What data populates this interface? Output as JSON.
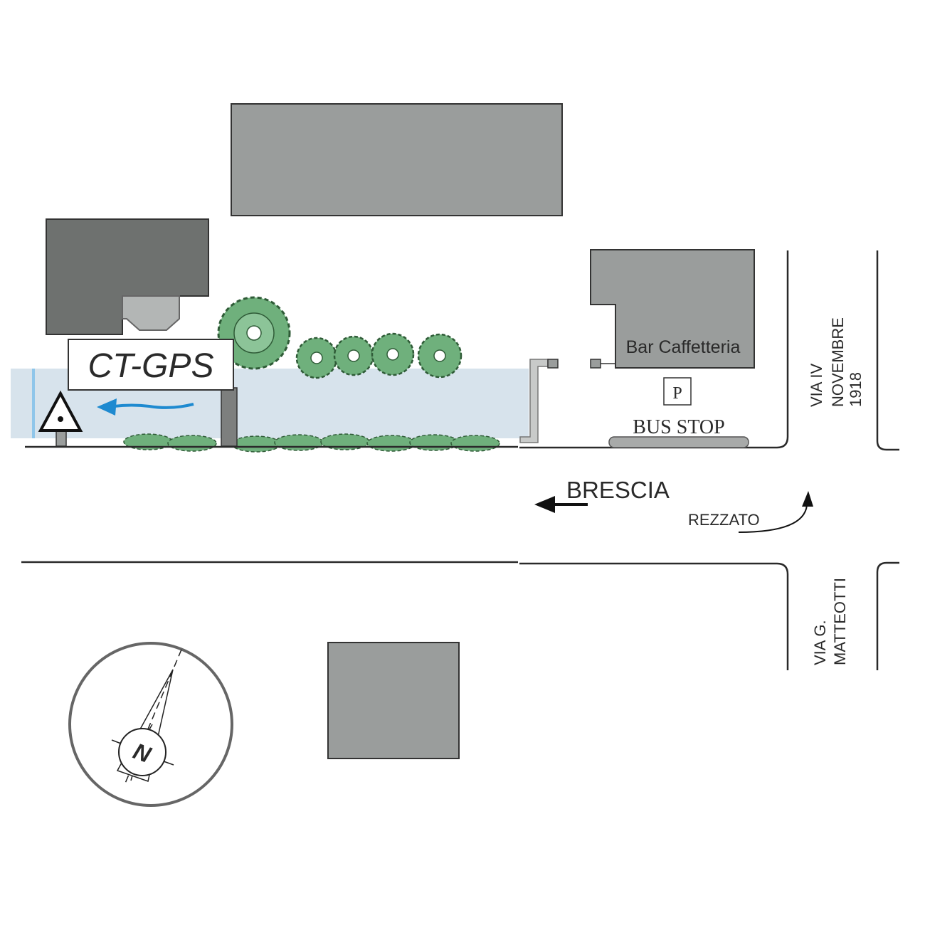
{
  "map": {
    "station_label": "CT-GPS",
    "cafe_label": "Bar Caffetteria",
    "parking_label": "P",
    "bus_stop_label": "BUS STOP",
    "brescia_label": "BRESCIA",
    "rezzato_label": "REZZATO",
    "via_iv_line1": "VIA IV",
    "via_iv_line2": "NOVEMBRE",
    "via_iv_line3": "1918",
    "via_matteotti_line1": "VIA G.",
    "via_matteotti_line2": "MATTEOTTI",
    "compass_label": "N"
  },
  "colors": {
    "building": "#9a9d9c",
    "building_dark": "#6e716f",
    "canal": "#d7e3ec",
    "canal_flow": "#1e8ad0",
    "tree_fill": "#6fb07c",
    "tree_stroke": "#2f5b37",
    "road_line": "#2a2a2a"
  }
}
